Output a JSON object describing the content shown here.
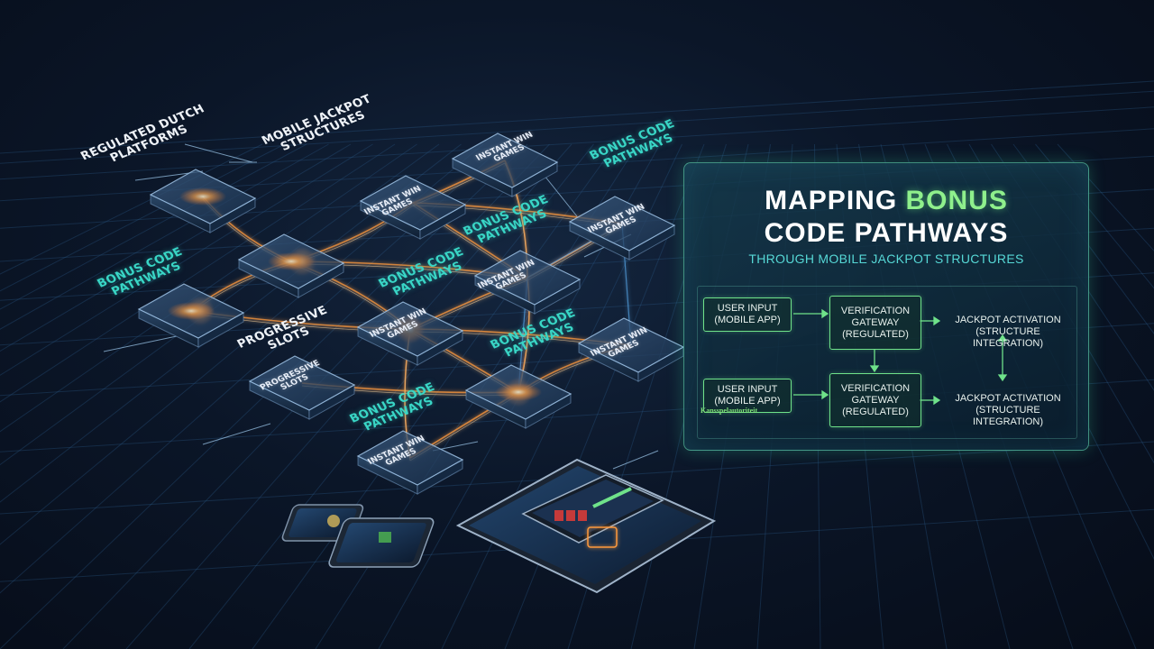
{
  "diagram": {
    "tiles": [
      {
        "id": "t1",
        "label": ""
      },
      {
        "id": "t2",
        "label": "Instant Win\nGames"
      },
      {
        "id": "t3",
        "label": "Instant Win\nGames"
      },
      {
        "id": "t4",
        "label": "Instant Win\nGames"
      },
      {
        "id": "t5",
        "label": ""
      },
      {
        "id": "t6",
        "label": ""
      },
      {
        "id": "t7",
        "label": "Instant Win\nGames"
      },
      {
        "id": "t8",
        "label": "Progressive\nSlots"
      },
      {
        "id": "t9",
        "label": "Instant Win\nGames"
      },
      {
        "id": "t10",
        "label": "Instant Win\nGames"
      },
      {
        "id": "t11",
        "label": ""
      },
      {
        "id": "t12",
        "label": "Instant Win\nGames"
      }
    ],
    "float_labels": [
      {
        "id": "f1",
        "text": "Regulated Dutch\nPlatforms",
        "color": "white"
      },
      {
        "id": "f2",
        "text": "Mobile Jackpot\nStructures",
        "color": "white"
      },
      {
        "id": "f3",
        "text": "Bonus Code\nPathways",
        "color": "teal"
      },
      {
        "id": "f4",
        "text": "Bonus Code\nPathways",
        "color": "teal"
      },
      {
        "id": "f5",
        "text": "Bonus Code\nPathways",
        "color": "teal"
      },
      {
        "id": "f6",
        "text": "Bonus Code\nPathways",
        "color": "teal"
      },
      {
        "id": "f7",
        "text": "Progressive\nSlots",
        "color": "white"
      },
      {
        "id": "f8",
        "text": "Bonus Code\nPathways",
        "color": "teal"
      },
      {
        "id": "f9",
        "text": "Bonus Code\nPathways",
        "color": "teal"
      }
    ]
  },
  "panel": {
    "title_white_1": "MAPPING ",
    "title_green": "BONUS",
    "title_white_2": "CODE PATHWAYS",
    "subtitle": "THROUGH MOBILE JACKPOT STRUCTURES",
    "regulator_logo": "Kansspelautoriteit",
    "flow_top": {
      "input_line1": "USER INPUT",
      "input_line2": "(MOBILE APP)",
      "gateway_line1": "VERIFICATION",
      "gateway_line2": "GATEWAY",
      "gateway_line3": "(REGULATED)",
      "output_line1": "JACKPOT ACTIVATION",
      "output_line2": "(STRUCTURE INTEGRATION)"
    },
    "flow_bottom": {
      "input_line1": "USER INPUT",
      "input_line2": "(MOBILE APP)",
      "gateway_line1": "VERIFICATION",
      "gateway_line2": "GATEWAY",
      "gateway_line3": "(REGULATED)",
      "output_line1": "JACKPOT ACTIVATION",
      "output_line2": "(STRUCTURE INTEGRATION)"
    }
  },
  "colors": {
    "accent_green": "#8ff08c",
    "accent_teal": "#39d6c6",
    "glow_orange": "#ff9a3c",
    "background": "#0b1628"
  },
  "icons": [
    "smartphone-icon",
    "tablet-icon"
  ]
}
